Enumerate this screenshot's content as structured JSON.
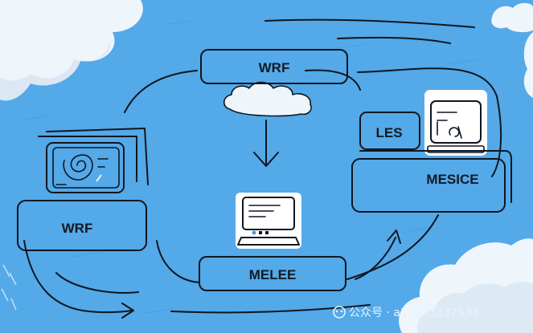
{
  "nodes": {
    "top": {
      "label": "WRF"
    },
    "left": {
      "label": "WRF"
    },
    "bottom": {
      "label": "MELEE"
    },
    "right_small": {
      "label": "LES"
    },
    "right_main": {
      "label": "MESICE"
    }
  },
  "watermark": {
    "text": "公众号 · a15833332534"
  },
  "colors": {
    "background": "#54a9e8",
    "ink": "#0f1620",
    "cloud": "#eef5fb"
  },
  "icons": [
    "cloud-icon",
    "spiral-terminal-icon",
    "laptop-icon",
    "monitor-icon",
    "arrow-icon"
  ]
}
